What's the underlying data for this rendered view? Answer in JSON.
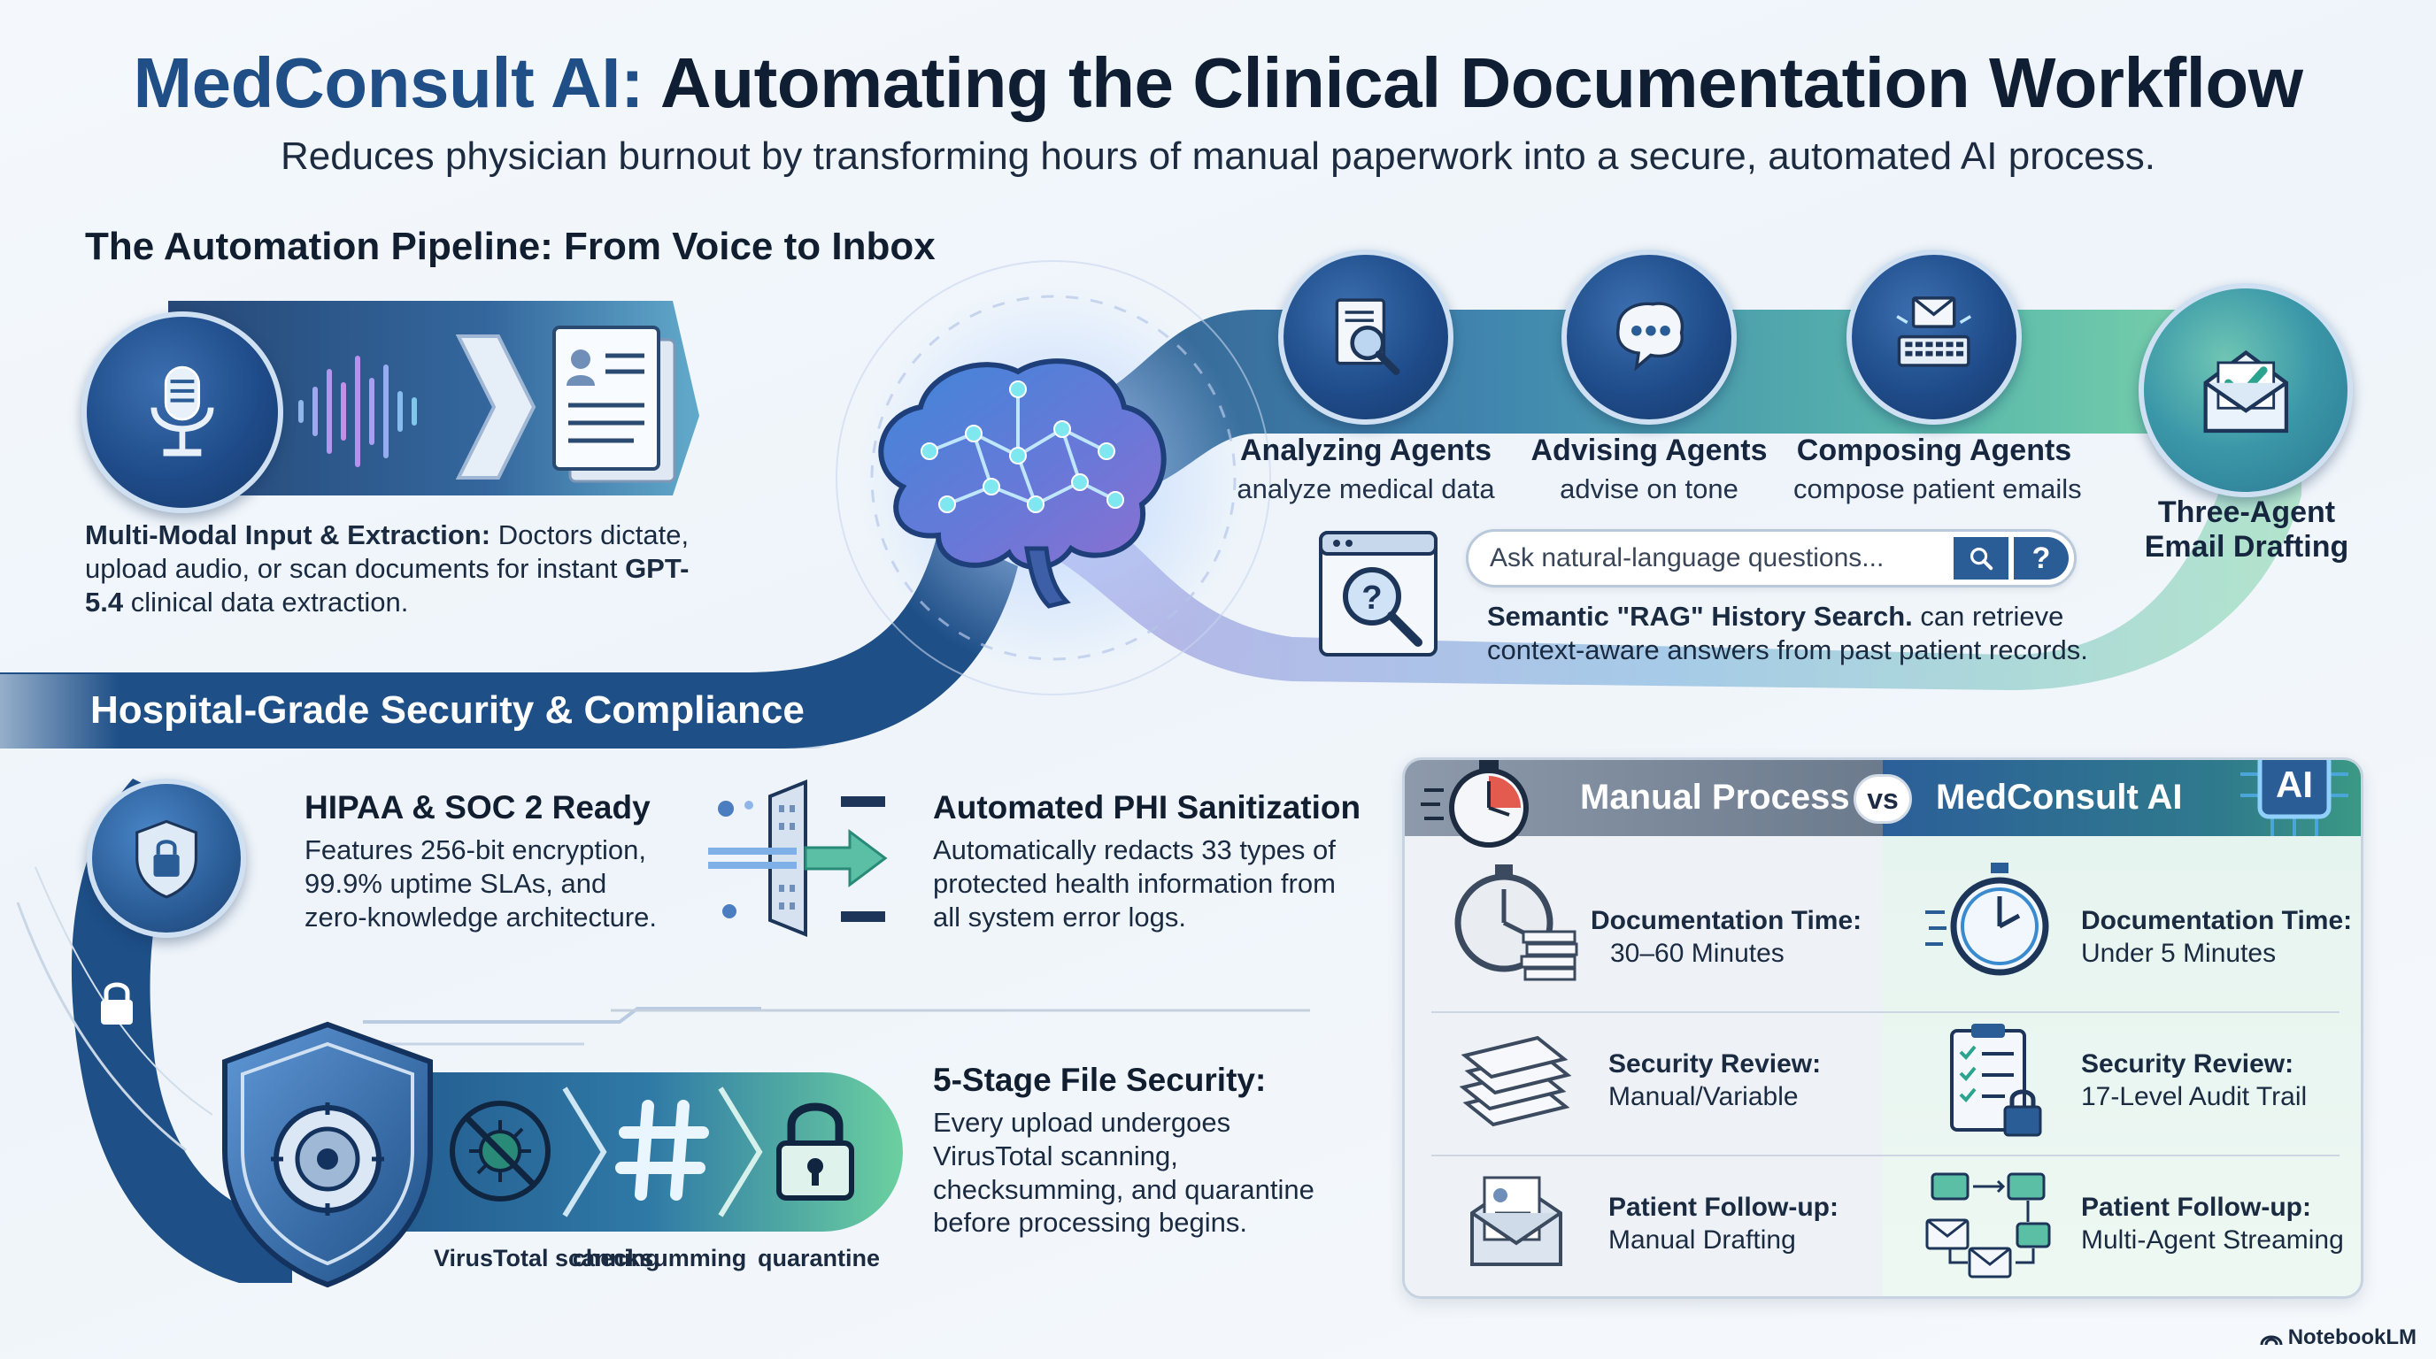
{
  "header": {
    "title_brand": "MedConsult AI:",
    "title_rest": "Automating the Clinical Documentation Workflow",
    "subtitle": "Reduces physician burnout by transforming hours of manual paperwork into a secure, automated AI process."
  },
  "pipeline": {
    "heading": "The Automation Pipeline: From Voice to Inbox",
    "input": {
      "title": "Multi-Modal Input & Extraction:",
      "text_a": "Doctors dictate, upload audio, or scan documents for instant",
      "model": "GPT-5.4",
      "text_b": "clinical data extraction."
    },
    "agents": [
      {
        "title": "Analyzing Agents",
        "subtitle": "analyze medical data",
        "icon": "document-magnifier-icon"
      },
      {
        "title": "Advising Agents",
        "subtitle": "advise on tone",
        "icon": "chat-bubble-icon"
      },
      {
        "title": "Composing Agents",
        "subtitle": "compose patient emails",
        "icon": "email-keyboard-icon"
      }
    ],
    "drafting": {
      "title_line1": "Three-Agent",
      "title_line2": "Email Drafting",
      "icon": "envelope-check-icon"
    },
    "search": {
      "placeholder": "Ask natural-language questions...",
      "title": "Semantic \"RAG\" History Search.",
      "text": "can retrieve context-aware answers from past patient records."
    }
  },
  "security": {
    "heading": "Hospital-Grade Security & Compliance",
    "hipaa": {
      "title": "HIPAA & SOC 2 Ready",
      "text": "Features 256-bit encryption, 99.9% uptime SLAs, and zero-knowledge architecture."
    },
    "phi": {
      "title": "Automated PHI Sanitization",
      "text": "Automatically redacts 33 types of protected health information from all system error logs."
    },
    "file": {
      "title": "5-Stage File Security:",
      "text": "Every upload undergoes VirusTotal scanning, checksumming, and quarantine before processing begins.",
      "captions": [
        "VirusTotal scanning",
        "checksumming",
        "quarantine"
      ]
    }
  },
  "comparison": {
    "left_header": "Manual Process",
    "vs": "vs",
    "right_header": "MedConsult AI",
    "ai_badge": "AI",
    "rows": [
      {
        "label": "Documentation Time:",
        "manual": "30–60 Minutes",
        "ai": "Under 5 Minutes"
      },
      {
        "label": "Security Review:",
        "manual": "Manual/Variable",
        "ai": "17-Level Audit Trail"
      },
      {
        "label": "Patient Follow-up:",
        "manual": "Manual Drafting",
        "ai": "Multi-Agent Streaming"
      }
    ]
  },
  "footer": {
    "brand": "NotebookLM"
  },
  "colors": {
    "navy": "#1f4f86",
    "teal": "#3aa6a0",
    "green": "#6fd09a",
    "purple": "#8b7fd6"
  }
}
